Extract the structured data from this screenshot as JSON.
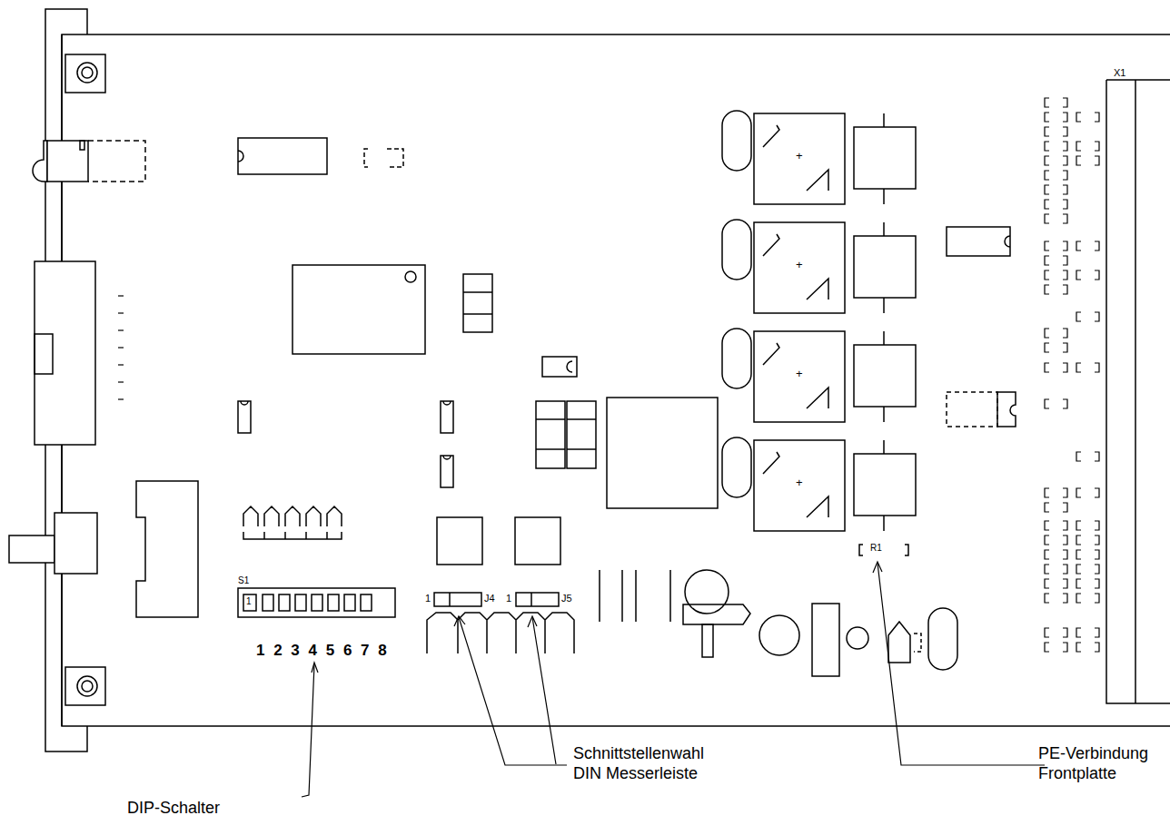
{
  "diagram": {
    "labels": [
      "X1",
      "S1",
      "1",
      "1 2 3 4 5 6 7 8",
      "1",
      "J4",
      "1",
      "J5",
      "R1",
      "+",
      "+",
      "+",
      "+",
      "DIP-Schalter",
      "Schnittstellenwahl DIN Messerleiste",
      "PE-Verbindung Frontplatte"
    ]
  }
}
